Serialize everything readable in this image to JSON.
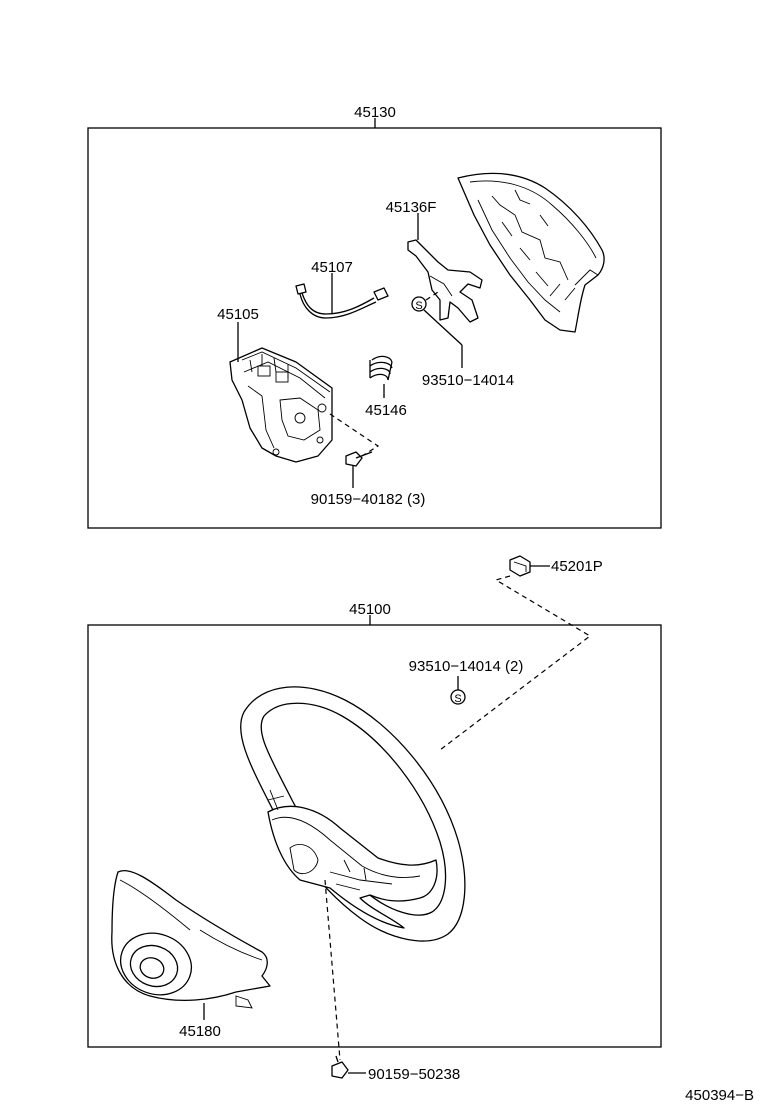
{
  "diagram": {
    "labels": {
      "group_45130": "45130",
      "p45136F": "45136F",
      "p45107": "45107",
      "p45105": "45105",
      "p93510_a": "93510−14014",
      "p45146": "45146",
      "p90159_40182": "90159−40182 (3)",
      "p45201P": "45201P",
      "group_45100": "45100",
      "p93510_b": "93510−14014 (2)",
      "p45180": "45180",
      "p90159_50238": "90159−50238",
      "ref_code": "450394−B"
    },
    "symbols": {
      "standard_mark": "S"
    }
  }
}
